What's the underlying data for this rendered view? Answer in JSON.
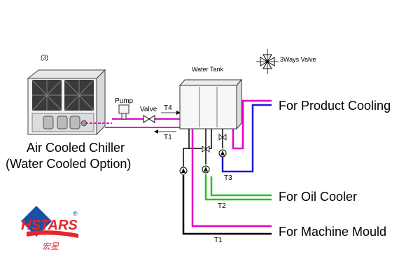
{
  "diagram": {
    "figure_number": "(3)",
    "water_tank_label": "Water Tank",
    "three_way_valve_label": "3Ways Valve",
    "pump_label": "Pump",
    "valve_label": "Valve",
    "t4_label": "T4",
    "t1_return_label": "T1",
    "t1_bottom_label": "T1",
    "t2_label": "T2",
    "t3_label": "T3",
    "chiller_title_line1": "Air Cooled Chiller",
    "chiller_title_line2": "(Water Cooled Option)",
    "outputs": {
      "product_cooling": "For Product Cooling",
      "oil_cooler": "For Oil Cooler",
      "machine_mould": "For Machine Mould"
    },
    "colors": {
      "magenta": "#e600c8",
      "blue": "#1a1ad6",
      "green": "#22c022",
      "black": "#000000"
    }
  },
  "logo": {
    "brand": "HSTARS",
    "registered_mark": "®",
    "chinese_text": "宏星",
    "colors": {
      "red": "#e3262b",
      "blue": "#1b4fa6"
    }
  }
}
